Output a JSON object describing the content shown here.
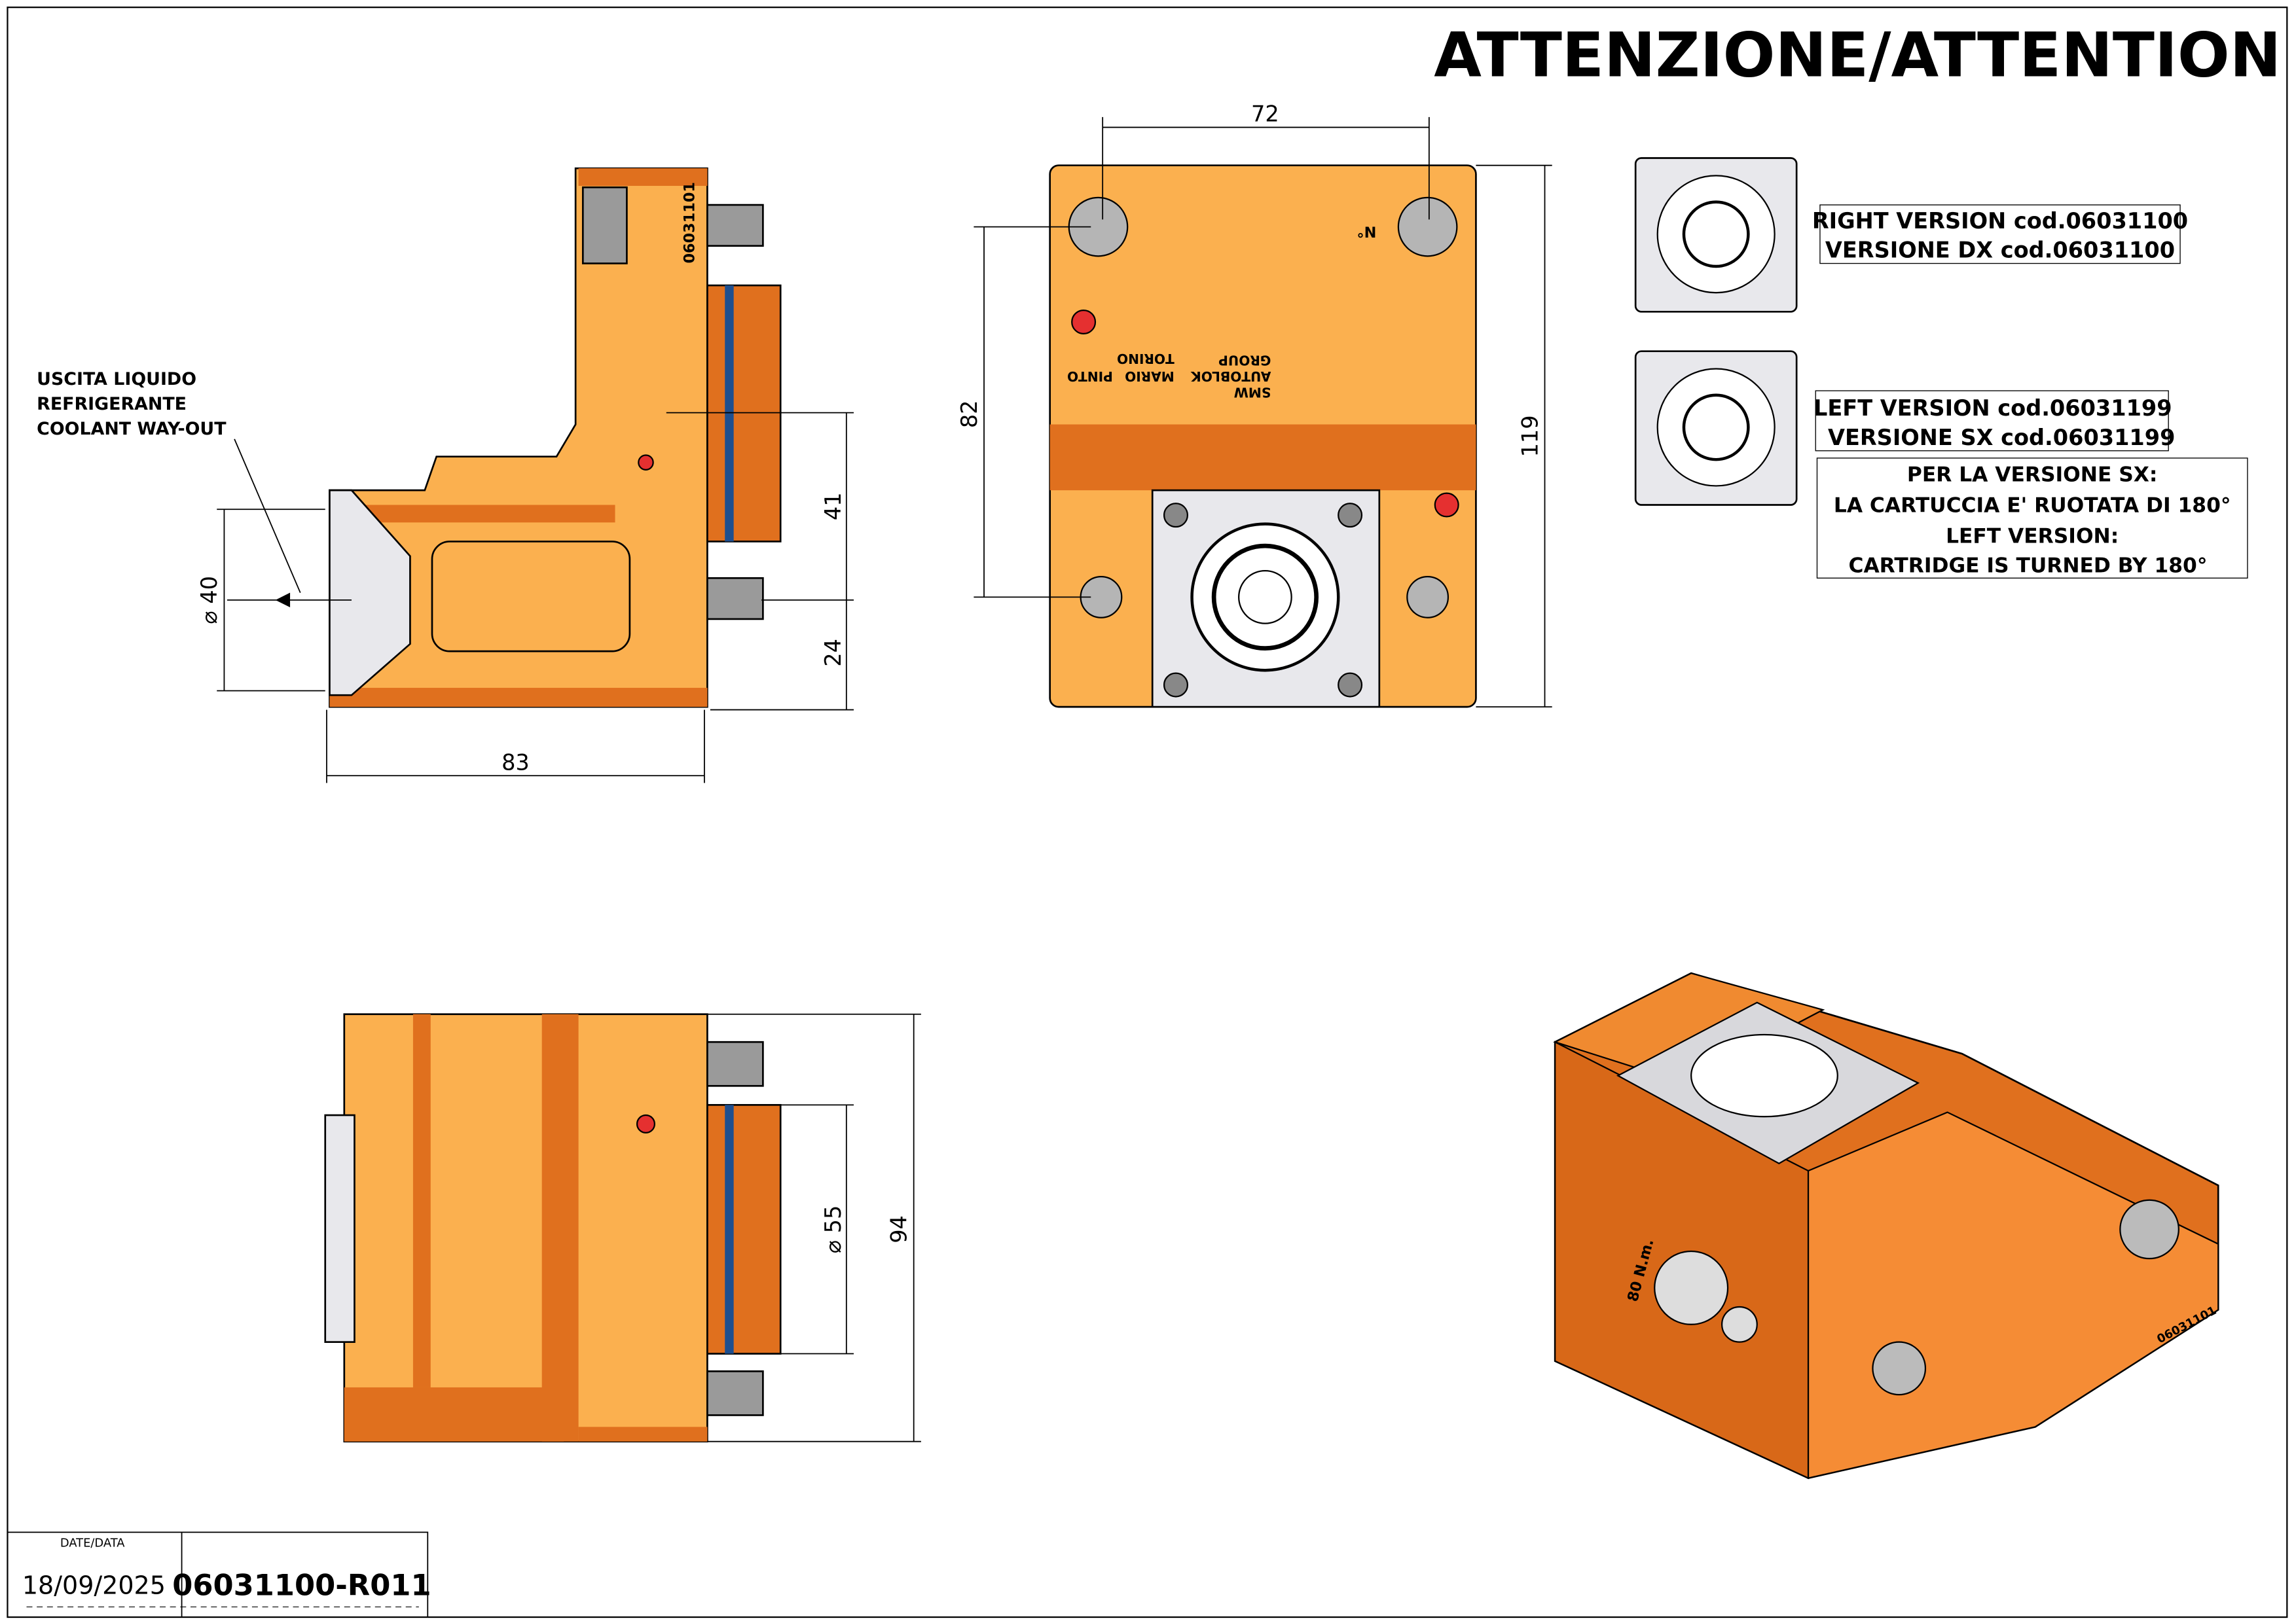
{
  "header": {
    "title": "ATTENZIONE/ATTENTION"
  },
  "side_view": {
    "coolant_label": [
      "USCITA LIQUIDO",
      "REFRIGERANTE",
      "COOLANT WAY-OUT"
    ],
    "part_marking": "06031101",
    "dims": {
      "width": "83",
      "diameter": "⌀ 40",
      "upper_height": "41",
      "lower_height": "24"
    }
  },
  "top_view": {
    "dims": {
      "bolt_spacing": "72",
      "height": "82",
      "total_height": "119"
    },
    "logo_text": [
      "SMW",
      "AUTOBLOK",
      "GROUP"
    ],
    "maker_text": [
      "MARIO",
      "PINTO",
      "TORINO"
    ],
    "number_mark": "N°"
  },
  "front_view": {
    "dims": {
      "diameter": "⌀ 55",
      "height": "94"
    }
  },
  "iso_view": {
    "torque_label": "80 N.m.",
    "part_marking": "06031101"
  },
  "versions": {
    "right": [
      "RIGHT VERSION cod.06031100",
      "VERSIONE DX cod.06031100"
    ],
    "left": [
      "LEFT VERSION cod.06031199",
      "VERSIONE SX cod.06031199"
    ],
    "note": [
      "PER LA VERSIONE SX:",
      "LA CARTUCCIA E' RUOTATA DI 180°",
      "LEFT VERSION:",
      "CARTRIDGE IS TURNED BY 180°"
    ]
  },
  "title_block": {
    "date_label": "DATE/DATA",
    "date": "18/09/2025",
    "drawing_number": "06031100-R011"
  },
  "colors": {
    "body": "#FBB04F",
    "body_dark": "#E0701E",
    "steel": "#e8e8ec"
  }
}
